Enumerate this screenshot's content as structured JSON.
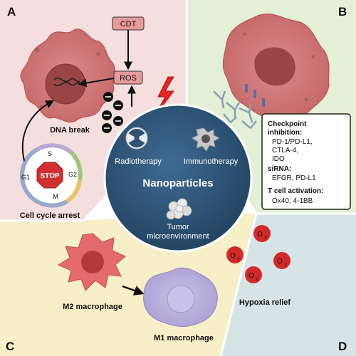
{
  "panels": {
    "a": "A",
    "b": "B",
    "c": "C",
    "d": "D"
  },
  "center": {
    "title": "Nanoparticles",
    "radiotherapy": "Radiotherapy",
    "immunotherapy": "Immunotherapy",
    "tumor_line1": "Tumor",
    "tumor_line2": "microenvironment"
  },
  "panel_a": {
    "cdt": "CDT",
    "ros": "ROS",
    "dna_break": "DNA break",
    "stop": "STOP",
    "phase_s": "S",
    "phase_g1": "G1",
    "phase_g2": "G2",
    "phase_m": "M",
    "cell_cycle_arrest": "Cell cycle arrest"
  },
  "panel_b": {
    "checkpoint_title_1": "Checkpoint",
    "checkpoint_title_2": "inhibition:",
    "checkpoint_items": [
      "PD-1/PD-L1,",
      "CTLA-4,",
      "IDO"
    ],
    "sirna_title": "siRNA:",
    "sirna_items": [
      "EFGR, PD-L1"
    ],
    "tcell_title": "T cell activation:",
    "tcell_items": [
      "Ox40, 4-1BB"
    ]
  },
  "panel_c": {
    "m2": "M2 macrophage",
    "m1": "M1 macrophage"
  },
  "panel_d": {
    "o2_symbol": "O",
    "o2_subscript": "2",
    "hypoxia_relief": "Hypoxia relief"
  },
  "colors": {
    "panel_a_bg": "#f4dede",
    "panel_b_bg": "#e3efd6",
    "panel_c_bg": "#f6efc8",
    "panel_d_bg": "#d6e4e6",
    "nanoparticle": "#2d5273",
    "tumor_cell": "#c86a6a",
    "ros_box": "#e79a9a",
    "oxygen": "#d12a2a",
    "m1_macrophage": "#b5addb"
  }
}
